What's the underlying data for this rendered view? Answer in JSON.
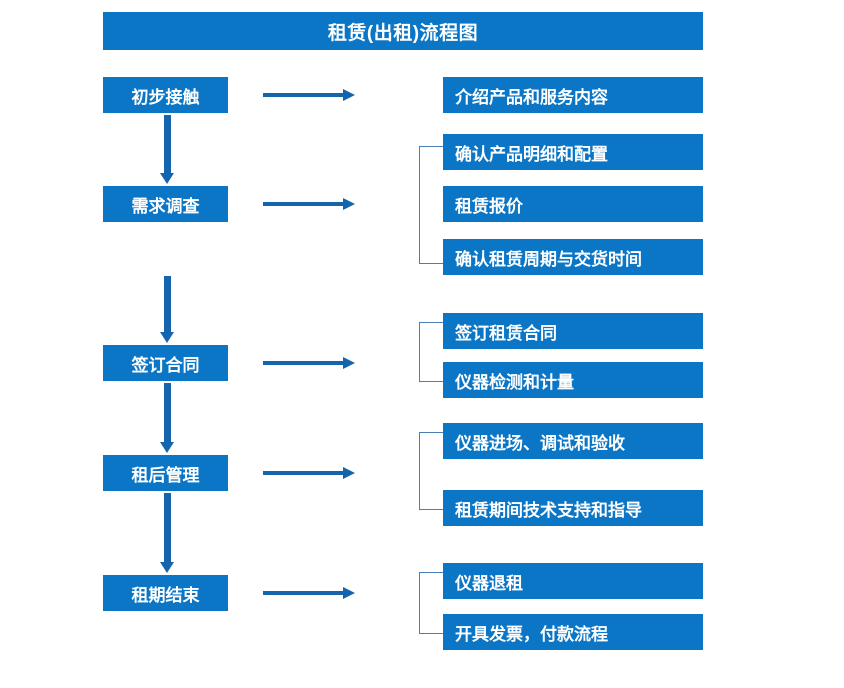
{
  "diagram": {
    "title": "租赁(出租)流程图",
    "colors": {
      "box_fill": "#0B76C5",
      "box_text": "#FFFFFF",
      "arrow": "#1565AE",
      "bracket": "#4A7FB5",
      "background": "#FFFFFF"
    },
    "stages": [
      {
        "label": "初步接触",
        "details": [
          "介绍产品和服务内容"
        ]
      },
      {
        "label": "需求调查",
        "details": [
          "确认产品明细和配置",
          "租赁报价",
          "确认租赁周期与交货时间"
        ]
      },
      {
        "label": "签订合同",
        "details": [
          "签订租赁合同",
          "仪器检测和计量"
        ]
      },
      {
        "label": "租后管理",
        "details": [
          "仪器进场、调试和验收",
          "租赁期间技术支持和指导"
        ]
      },
      {
        "label": "租期结束",
        "details": [
          "仪器退租",
          "开具发票，付款流程"
        ]
      }
    ]
  }
}
